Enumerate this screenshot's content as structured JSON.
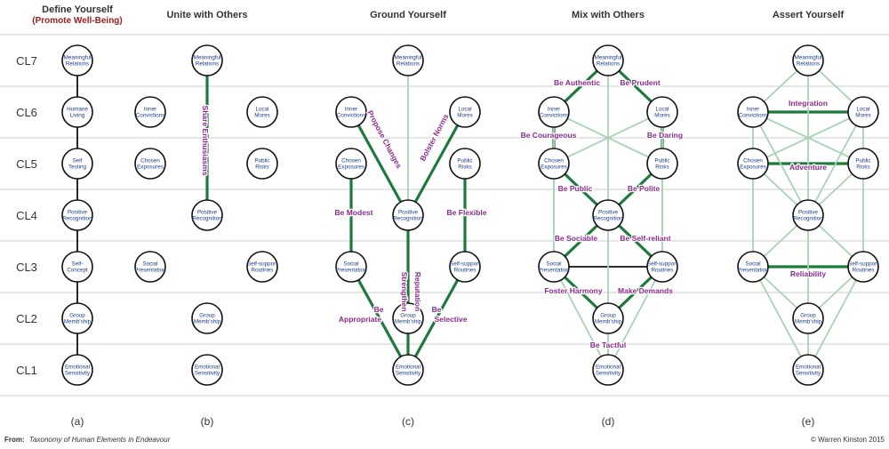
{
  "rows": [
    "CL7",
    "CL6",
    "CL5",
    "CL4",
    "CL3",
    "CL2",
    "CL1"
  ],
  "nodes": {
    "MR": "Meaningful|Relations",
    "IC": "Inner|Convictions",
    "LM": "Local|Mores",
    "CE": "Chosen|Exposures",
    "PR": "Public|Risks",
    "PRec": "Positive|Recognition",
    "SP": "Social|Presentation",
    "SR": "Self-support|Routines",
    "GM": "Group|Memb'ship",
    "ES": "Emotional|Sensitivity",
    "HL": "Humane|Living",
    "ST": "Self|Testing",
    "SC": "Self-|Concept"
  },
  "panels": [
    {
      "id": "a",
      "title": "Define Yourself",
      "subtitle": "(Promote Well-Being)",
      "letter": "(a)",
      "nodes": [
        "MR",
        "HL",
        "ST",
        "PRec",
        "SC",
        "GM",
        "ES"
      ],
      "edges": [
        {
          "from": "MR",
          "to": "HL",
          "style": "black"
        },
        {
          "from": "HL",
          "to": "ST",
          "style": "black"
        },
        {
          "from": "ST",
          "to": "PRec",
          "style": "black"
        },
        {
          "from": "PRec",
          "to": "SC",
          "style": "black"
        },
        {
          "from": "SC",
          "to": "GM",
          "style": "black"
        },
        {
          "from": "GM",
          "to": "ES",
          "style": "black"
        }
      ],
      "labels": []
    },
    {
      "id": "b",
      "title": "Unite with Others",
      "letter": "(b)",
      "nodes": [
        "MR",
        "IC",
        "LM",
        "CE",
        "PR",
        "PRec",
        "SP",
        "SR",
        "GM",
        "ES"
      ],
      "edges": [
        {
          "from": "MR",
          "to": "PRec",
          "style": "bold"
        }
      ],
      "labels": [
        {
          "text": "Share Enthusiasms",
          "rotate": 90
        }
      ]
    },
    {
      "id": "c",
      "title": "Ground Yourself",
      "letter": "(c)",
      "nodes": [
        "MR",
        "IC",
        "LM",
        "CE",
        "PR",
        "PRec",
        "SP",
        "SR",
        "GM",
        "ES"
      ],
      "edges": [
        {
          "from": "MR",
          "to": "PRec",
          "style": "light"
        },
        {
          "from": "IC",
          "to": "PRec",
          "style": "bold"
        },
        {
          "from": "LM",
          "to": "PRec",
          "style": "bold"
        },
        {
          "from": "CE",
          "to": "SP",
          "style": "bold"
        },
        {
          "from": "PR",
          "to": "SR",
          "style": "bold"
        },
        {
          "from": "PRec",
          "to": "ES",
          "style": "bold"
        },
        {
          "from": "SP",
          "to": "ES",
          "style": "bold"
        },
        {
          "from": "SR",
          "to": "ES",
          "style": "bold"
        }
      ],
      "labels": [
        {
          "text": "Propose Changes",
          "rotate": 62
        },
        {
          "text": "Bolster Norms",
          "rotate": -62
        },
        {
          "text": "Be Modest",
          "rotate": 0
        },
        {
          "text": "Be Flexible",
          "rotate": 0
        },
        {
          "text": "Strengthen",
          "rotate": 90
        },
        {
          "text": "Reputation",
          "rotate": 90
        },
        {
          "text": "Be",
          "rotate": 0
        },
        {
          "text": "Appropriate",
          "rotate": 0
        },
        {
          "text": "Be",
          "rotate": 0
        },
        {
          "text": "Selective",
          "rotate": 0
        }
      ]
    },
    {
      "id": "d",
      "title": "Mix with Others",
      "letter": "(d)",
      "nodes": [
        "MR",
        "IC",
        "LM",
        "CE",
        "PR",
        "PRec",
        "SP",
        "SR",
        "GM",
        "ES"
      ],
      "edges": [
        {
          "from": "MR",
          "to": "IC",
          "style": "bold"
        },
        {
          "from": "MR",
          "to": "LM",
          "style": "bold"
        },
        {
          "from": "IC",
          "to": "CE",
          "style": "bold"
        },
        {
          "from": "LM",
          "to": "PR",
          "style": "bold"
        },
        {
          "from": "CE",
          "to": "PRec",
          "style": "bold"
        },
        {
          "from": "PR",
          "to": "PRec",
          "style": "bold"
        },
        {
          "from": "PRec",
          "to": "SP",
          "style": "bold"
        },
        {
          "from": "PRec",
          "to": "SR",
          "style": "bold"
        },
        {
          "from": "SP",
          "to": "GM",
          "style": "bold"
        },
        {
          "from": "SR",
          "to": "GM",
          "style": "bold"
        },
        {
          "from": "SP",
          "to": "SR",
          "style": "black"
        },
        {
          "from": "MR",
          "to": "ES",
          "style": "light"
        },
        {
          "from": "IC",
          "to": "PR",
          "style": "light"
        },
        {
          "from": "LM",
          "to": "CE",
          "style": "light"
        },
        {
          "from": "CE",
          "to": "SP",
          "style": "light"
        },
        {
          "from": "PR",
          "to": "SR",
          "style": "light"
        },
        {
          "from": "SP",
          "to": "ES",
          "style": "light"
        },
        {
          "from": "SR",
          "to": "ES",
          "style": "light"
        },
        {
          "from": "IC",
          "to": "SP",
          "style": "light"
        },
        {
          "from": "LM",
          "to": "SR",
          "style": "light"
        },
        {
          "from": "GM",
          "to": "ES",
          "style": "light"
        }
      ],
      "labels": [
        {
          "text": "Be Authentic",
          "rotate": 0
        },
        {
          "text": "Be Prudent",
          "rotate": 0
        },
        {
          "text": "Be Courageous",
          "rotate": 0
        },
        {
          "text": "Be Daring",
          "rotate": 0
        },
        {
          "text": "Be Public",
          "rotate": 0
        },
        {
          "text": "Be Polite",
          "rotate": 0
        },
        {
          "text": "Be Sociable",
          "rotate": 0
        },
        {
          "text": "Be Self-reliant",
          "rotate": 0
        },
        {
          "text": "Foster Harmony",
          "rotate": 0
        },
        {
          "text": "Make Demands",
          "rotate": 0
        },
        {
          "text": "Be Tactful",
          "rotate": 0
        }
      ]
    },
    {
      "id": "e",
      "title": "Assert Yourself",
      "letter": "(e)",
      "nodes": [
        "MR",
        "IC",
        "LM",
        "CE",
        "PR",
        "PRec",
        "SP",
        "SR",
        "GM",
        "ES"
      ],
      "edges": [
        {
          "from": "IC",
          "to": "LM",
          "style": "bold"
        },
        {
          "from": "CE",
          "to": "PR",
          "style": "bold"
        },
        {
          "from": "SP",
          "to": "SR",
          "style": "bold"
        },
        {
          "from": "MR",
          "to": "IC",
          "style": "light"
        },
        {
          "from": "MR",
          "to": "LM",
          "style": "light"
        },
        {
          "from": "MR",
          "to": "PRec",
          "style": "light"
        },
        {
          "from": "IC",
          "to": "CE",
          "style": "light"
        },
        {
          "from": "LM",
          "to": "PR",
          "style": "light"
        },
        {
          "from": "IC",
          "to": "PR",
          "style": "light"
        },
        {
          "from": "LM",
          "to": "CE",
          "style": "light"
        },
        {
          "from": "IC",
          "to": "PRec",
          "style": "light"
        },
        {
          "from": "LM",
          "to": "PRec",
          "style": "light"
        },
        {
          "from": "CE",
          "to": "PRec",
          "style": "light"
        },
        {
          "from": "PR",
          "to": "PRec",
          "style": "light"
        },
        {
          "from": "CE",
          "to": "SP",
          "style": "light"
        },
        {
          "from": "PR",
          "to": "SR",
          "style": "light"
        },
        {
          "from": "PRec",
          "to": "SP",
          "style": "light"
        },
        {
          "from": "PRec",
          "to": "SR",
          "style": "light"
        },
        {
          "from": "PRec",
          "to": "GM",
          "style": "light"
        },
        {
          "from": "SP",
          "to": "GM",
          "style": "light"
        },
        {
          "from": "SR",
          "to": "GM",
          "style": "light"
        },
        {
          "from": "SP",
          "to": "ES",
          "style": "light"
        },
        {
          "from": "SR",
          "to": "ES",
          "style": "light"
        },
        {
          "from": "GM",
          "to": "ES",
          "style": "light"
        }
      ],
      "labels": [
        {
          "text": "Integration",
          "rotate": 0
        },
        {
          "text": "Adventure",
          "rotate": 0
        },
        {
          "text": "Reliability",
          "rotate": 0
        }
      ]
    }
  ],
  "footer": {
    "source_prefix": "From:",
    "source_title": "Taxonomy of Human Elements in Endeavour",
    "credit": "© Warren Kinston 2015"
  },
  "colors": {
    "bold_edge": "#1e7a3c",
    "light_edge": "#a9d3b4",
    "black_edge": "#111111",
    "label": "#8b2b8f",
    "node_text": "#1a3d8f",
    "subtitle": "#9b1c1c",
    "grid": "#cccccc"
  }
}
